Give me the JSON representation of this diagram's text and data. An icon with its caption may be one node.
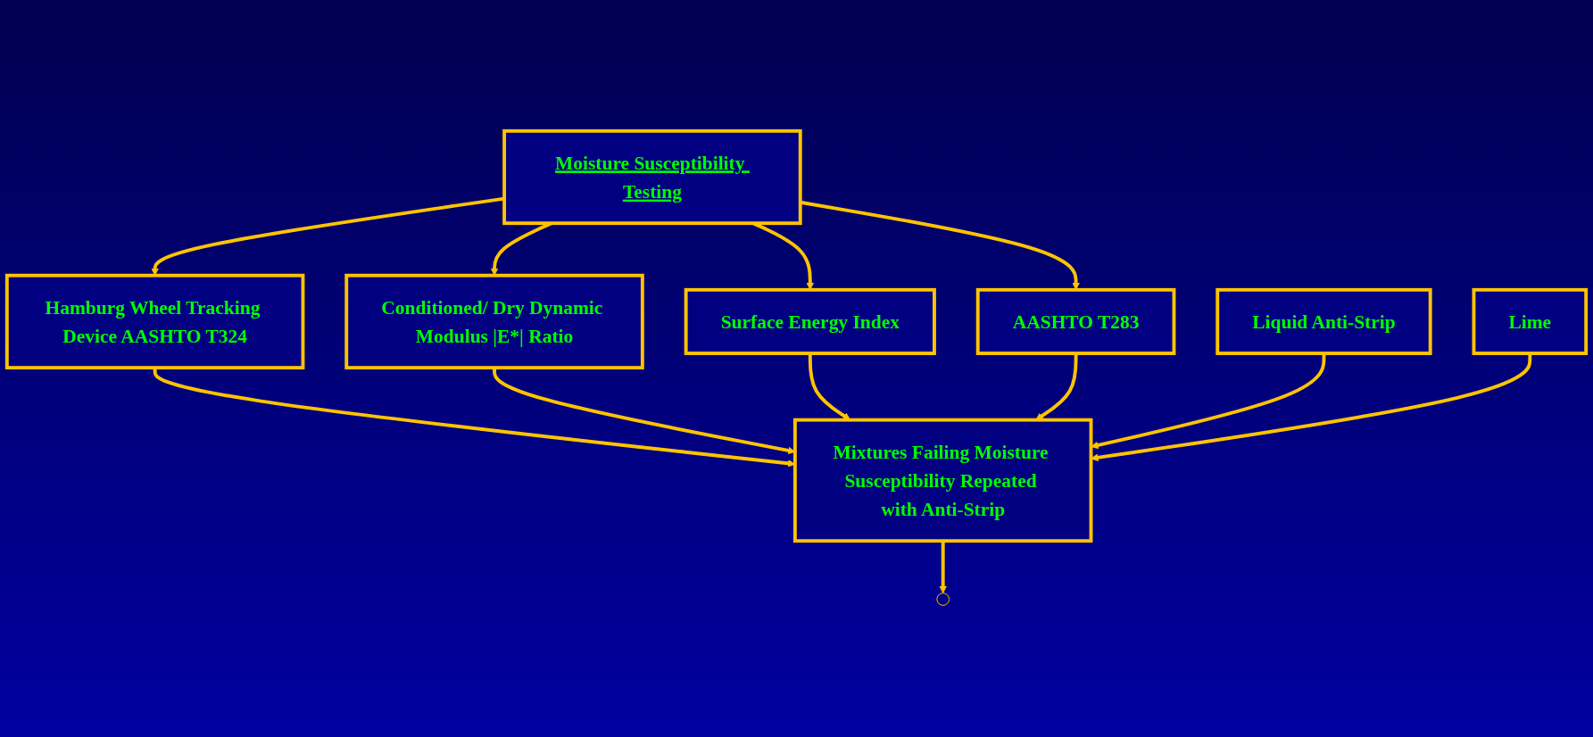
{
  "diagram": {
    "nodes": [
      {
        "text": [
          "Moisture Susceptibility Testing"
        ]
      },
      {
        "text": [
          "Hamburg Wheel Tracking Device AASHTO T324"
        ]
      },
      {
        "text": [
          "Conditioned/ Dry Dynamic Modulus |E*| Ratio"
        ]
      },
      {
        "text": [
          "Surface Energy Index"
        ]
      },
      {
        "text": [
          "AASHTO T283"
        ]
      },
      {
        "text": [
          "Mixtures Failing Moisture Susceptibility Repeated with Anti-Strip"
        ]
      },
      {
        "text": [
          "Liquid Anti-Strip"
        ]
      },
      {
        "text": [
          "Lime"
        ]
      }
    ],
    "edges": [
      {
        "from": 0,
        "to": 1,
        "arrow": "to"
      },
      {
        "from": 0,
        "to": 2,
        "arrow": "to"
      },
      {
        "from": 0,
        "to": 3,
        "arrow": "to"
      },
      {
        "from": 0,
        "to": 4,
        "arrow": "to"
      },
      {
        "from": 1,
        "to": 5,
        "arrow": "to"
      },
      {
        "from": 2,
        "to": 5,
        "arrow": "to"
      },
      {
        "from": 3,
        "to": 5,
        "arrow": "to"
      },
      {
        "from": 4,
        "to": 5,
        "arrow": "to"
      },
      {
        "from": 6,
        "to": 5,
        "arrow": "to"
      },
      {
        "from": 7,
        "to": 5,
        "arrow": "to"
      },
      {
        "from": 5,
        "to": null,
        "arrow": "to"
      }
    ]
  }
}
